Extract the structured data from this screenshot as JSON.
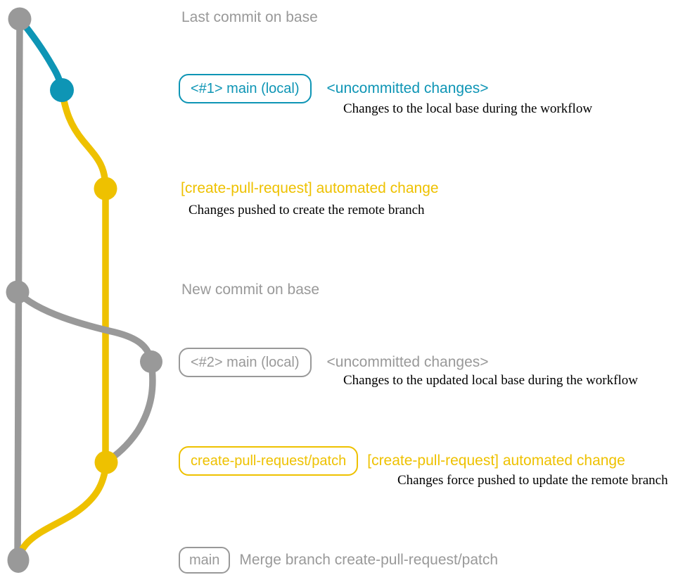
{
  "colors": {
    "gray": "#999999",
    "blue": "#0e95b5",
    "yellow": "#eec100",
    "detail_text": "#000000",
    "background": "#ffffff"
  },
  "annotations": {
    "top_label": {
      "text": "Last commit on base"
    },
    "step1": {
      "box": "<#1> main (local)",
      "heading": "<uncommitted changes>",
      "detail": "Changes to the local base during the workflow"
    },
    "step2": {
      "heading": "[create-pull-request] automated change",
      "detail": "Changes pushed to create the remote branch"
    },
    "mid_label": {
      "text": "New commit on base"
    },
    "step3": {
      "box": "<#2> main (local)",
      "heading": "<uncommitted changes>",
      "detail": "Changes to the updated local base during the workflow"
    },
    "step4": {
      "box": "create-pull-request/patch",
      "heading": "[create-pull-request] automated change",
      "detail": "Changes force pushed to update the remote branch"
    },
    "step5": {
      "box": "main",
      "heading": "Merge branch create-pull-request/patch"
    }
  }
}
